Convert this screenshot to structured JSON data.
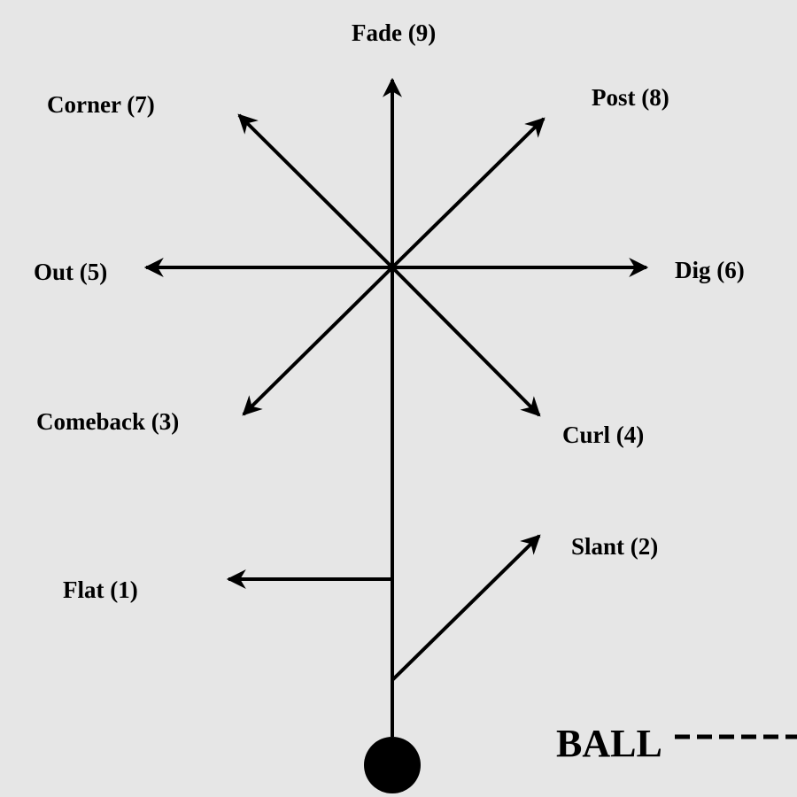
{
  "routes": {
    "fade": "Fade (9)",
    "corner": "Corner (7)",
    "post": "Post (8)",
    "out": "Out (5)",
    "dig": "Dig (6)",
    "comeback": "Comeback (3)",
    "curl": "Curl (4)",
    "slant": "Slant (2)",
    "flat": "Flat (1)"
  },
  "ball": {
    "label": "BALL"
  }
}
